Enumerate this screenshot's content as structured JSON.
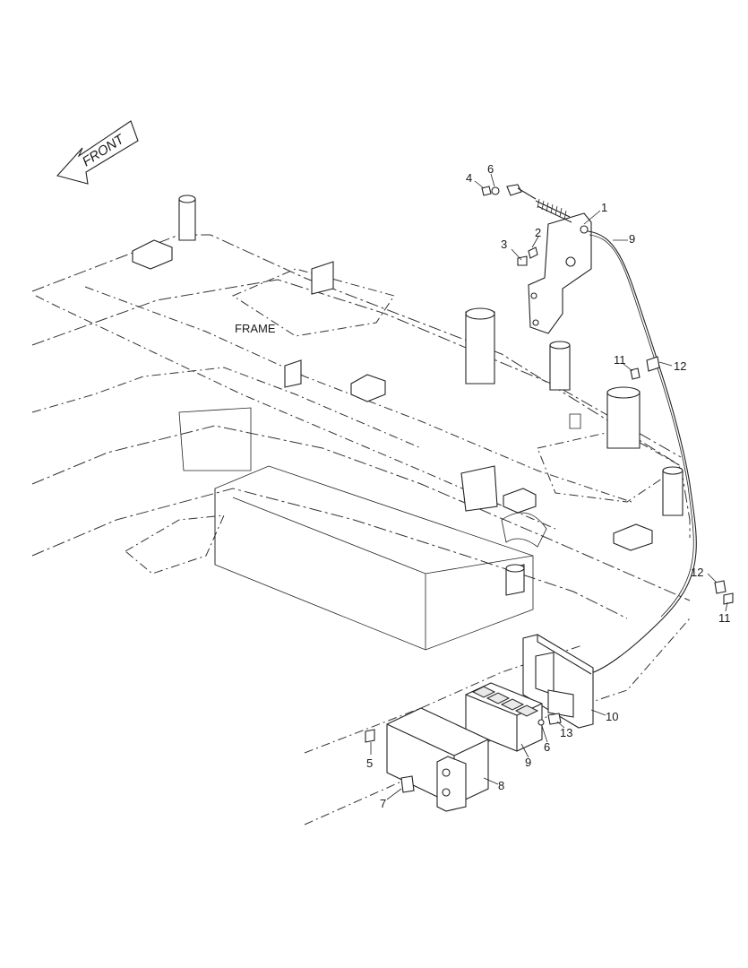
{
  "direction_arrow": {
    "text": "FRONT",
    "icon": "front-arrow-icon"
  },
  "frame_label": "FRAME",
  "callouts": [
    "1",
    "2",
    "3",
    "4",
    "5",
    "6",
    "6",
    "7",
    "8",
    "9",
    "9",
    "10",
    "11",
    "11",
    "12",
    "12",
    "13"
  ]
}
